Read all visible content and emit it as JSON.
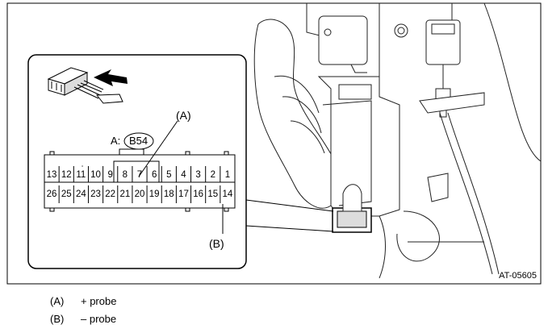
{
  "figure_id": "AT-05605",
  "connector": {
    "prefix": "A:",
    "id": "B54",
    "row_top": [
      "13",
      "12",
      "11",
      "10",
      "9",
      "8",
      "7",
      "6",
      "5",
      "4",
      "3",
      "2",
      "1"
    ],
    "row_bottom": [
      "26",
      "25",
      "24",
      "23",
      "22",
      "21",
      "20",
      "19",
      "18",
      "17",
      "16",
      "15",
      "14"
    ]
  },
  "callouts": {
    "a": "(A)",
    "b": "(B)"
  },
  "legend": [
    {
      "tag": "(A)",
      "text": "+ probe"
    },
    {
      "tag": "(B)",
      "text": "– probe"
    }
  ]
}
